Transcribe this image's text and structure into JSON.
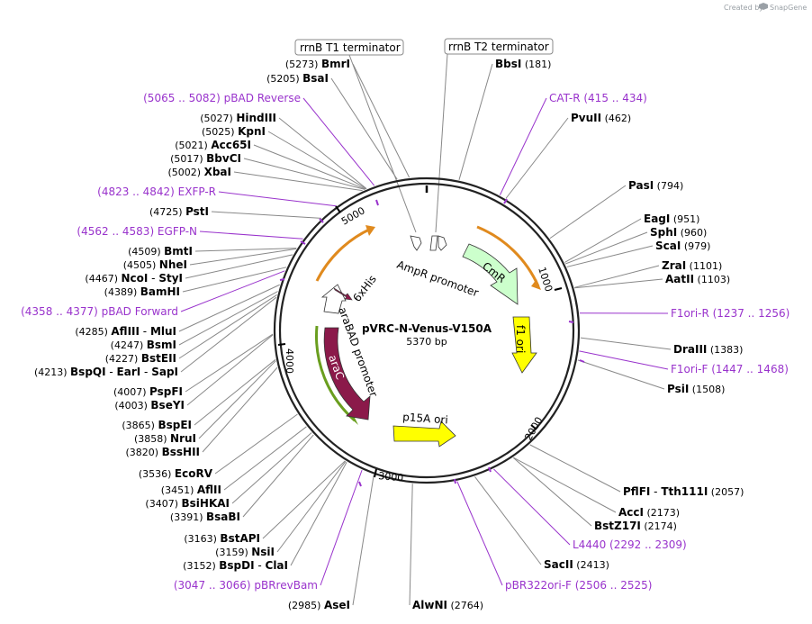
{
  "credit": {
    "prefix": "Created by",
    "brand": "SnapGene"
  },
  "plasmid": {
    "name": "pVRC-N-Venus-V150A",
    "length": "5370 bp"
  },
  "ticks": [
    "1000",
    "2000",
    "3000",
    "4000",
    "5000"
  ],
  "boxed_labels": [
    {
      "id": "rrnbt1",
      "text": "rrnB T1 terminator"
    },
    {
      "id": "rrnbt2",
      "text": "rrnB T2 terminator"
    }
  ],
  "features": [
    {
      "id": "ampr-promoter",
      "text": "AmpR promoter"
    },
    {
      "id": "cmr",
      "text": "CmR"
    },
    {
      "id": "f1-ori",
      "text": "f1 ori"
    },
    {
      "id": "p15a-ori",
      "text": "p15A ori"
    },
    {
      "id": "arac",
      "text": "araC"
    },
    {
      "id": "arabad-promoter",
      "text": "araBAD promoter"
    },
    {
      "id": "6xhis",
      "text": "6xHis"
    }
  ],
  "right_labels": [
    {
      "pos": "(181)",
      "name": "BbsI"
    },
    {
      "pos": "(415 .. 434)",
      "name": "CAT-R",
      "primer": true
    },
    {
      "pos": "(462)",
      "name": "PvuII"
    },
    {
      "pos": "(794)",
      "name": "PasI"
    },
    {
      "pos": "(951)",
      "name": "EagI"
    },
    {
      "pos": "(960)",
      "name": "SphI"
    },
    {
      "pos": "(979)",
      "name": "ScaI"
    },
    {
      "pos": "(1101)",
      "name": "ZraI"
    },
    {
      "pos": "(1103)",
      "name": "AatII"
    },
    {
      "pos": "(1237 .. 1256)",
      "name": "F1ori-R",
      "primer": true
    },
    {
      "pos": "(1383)",
      "name": "DraIII"
    },
    {
      "pos": "(1447 .. 1468)",
      "name": "F1ori-F",
      "primer": true
    },
    {
      "pos": "(1508)",
      "name": "PsiI"
    },
    {
      "pos": "(2057)",
      "name": "PflFI",
      "sep": "-",
      "name2": "Tth111I"
    },
    {
      "pos": "(2173)",
      "name": "AccI"
    },
    {
      "pos": "(2174)",
      "name": "BstZ17I"
    },
    {
      "pos": "(2292 .. 2309)",
      "name": "L4440",
      "primer": true
    },
    {
      "pos": "(2413)",
      "name": "SacII"
    },
    {
      "pos": "(2506 .. 2525)",
      "name": "pBR322ori-F",
      "primer": true
    },
    {
      "pos": "(2764)",
      "name": "AlwNI"
    }
  ],
  "left_labels": [
    {
      "pos": "(5273)",
      "name": "BmrI"
    },
    {
      "pos": "(5205)",
      "name": "BsaI"
    },
    {
      "pos": "(5065 .. 5082)",
      "name": "pBAD Reverse",
      "primer": true
    },
    {
      "pos": "(5027)",
      "name": "HindIII"
    },
    {
      "pos": "(5025)",
      "name": "KpnI"
    },
    {
      "pos": "(5021)",
      "name": "Acc65I"
    },
    {
      "pos": "(5017)",
      "name": "BbvCI"
    },
    {
      "pos": "(5002)",
      "name": "XbaI"
    },
    {
      "pos": "(4823 .. 4842)",
      "name": "EXFP-R",
      "primer": true
    },
    {
      "pos": "(4725)",
      "name": "PstI"
    },
    {
      "pos": "(4562 .. 4583)",
      "name": "EGFP-N",
      "primer": true
    },
    {
      "pos": "(4509)",
      "name": "BmtI"
    },
    {
      "pos": "(4505)",
      "name": "NheI"
    },
    {
      "pos": "(4467)",
      "name": "NcoI",
      "sep": "-",
      "name2": "StyI"
    },
    {
      "pos": "(4389)",
      "name": "BamHI"
    },
    {
      "pos": "(4358 .. 4377)",
      "name": "pBAD Forward",
      "primer": true
    },
    {
      "pos": "(4285)",
      "name": "AflIII",
      "sep": "-",
      "name2": "MluI"
    },
    {
      "pos": "(4247)",
      "name": "BsmI"
    },
    {
      "pos": "(4227)",
      "name": "BstEII"
    },
    {
      "pos": "(4213)",
      "name": "BspQI",
      "sep": "-",
      "name2": "EarI",
      "sep2": "-",
      "name3": "SapI"
    },
    {
      "pos": "(4007)",
      "name": "PspFI"
    },
    {
      "pos": "(4003)",
      "name": "BseYI"
    },
    {
      "pos": "(3865)",
      "name": "BspEI"
    },
    {
      "pos": "(3858)",
      "name": "NruI"
    },
    {
      "pos": "(3820)",
      "name": "BssHII"
    },
    {
      "pos": "(3536)",
      "name": "EcoRV"
    },
    {
      "pos": "(3451)",
      "name": "AflII"
    },
    {
      "pos": "(3407)",
      "name": "BsiHKAI"
    },
    {
      "pos": "(3391)",
      "name": "BsaBI"
    },
    {
      "pos": "(3163)",
      "name": "BstAPI"
    },
    {
      "pos": "(3159)",
      "name": "NsiI"
    },
    {
      "pos": "(3152)",
      "name": "BspDI",
      "sep": "-",
      "name2": "ClaI"
    },
    {
      "pos": "(3047 .. 3066)",
      "name": "pBRrevBam",
      "primer": true
    },
    {
      "pos": "(2985)",
      "name": "AseI"
    }
  ],
  "colors": {
    "backbone": "#222222",
    "primer": "#9933cc",
    "cmr": "#ccffcc",
    "f1ori": "#ffff00",
    "p15a": "#ffff00",
    "arac": "#8b1a4a",
    "promoter": "#ffffff",
    "his": "#8b1a4a",
    "gene_arrow": "#e08a1e",
    "arac_arrow": "#6a9e1f"
  }
}
